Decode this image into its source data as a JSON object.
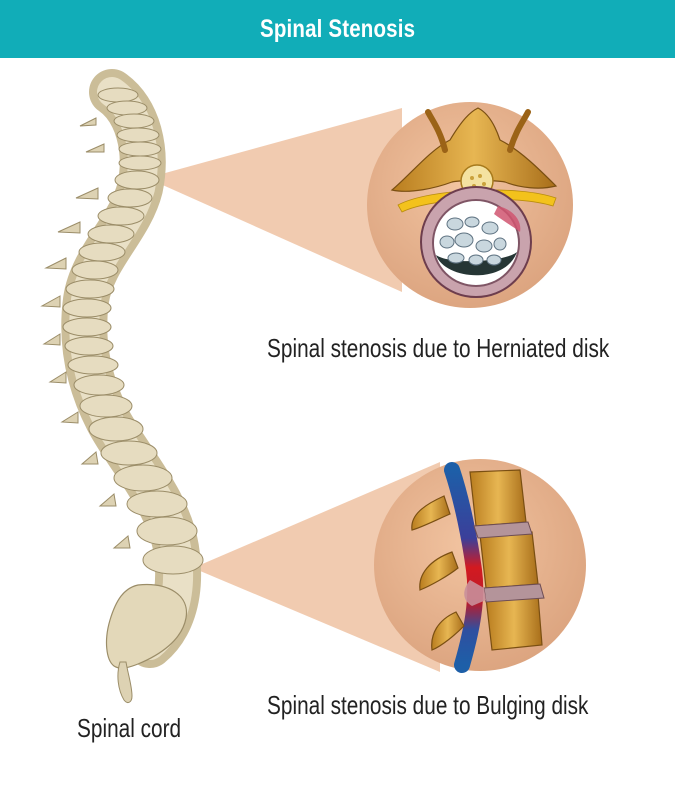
{
  "header": {
    "title": "Spinal Stenosis",
    "color": "#11adb8"
  },
  "illustrations": [
    {
      "id": "herniated-disk",
      "caption": "Spinal stenosis due to Herniated disk"
    },
    {
      "id": "bulging-disk",
      "caption": "Spinal stenosis due to Bulging disk"
    }
  ],
  "spine": {
    "label": "Spinal cord"
  },
  "colors": {
    "bone": "#e6dcc0",
    "callout": "#efc5a7",
    "circle_bg": "#dea783",
    "nerve_red": "#d31a20",
    "nerve_blue": "#1d5fa8",
    "disk_gold": "#d99d2f"
  }
}
